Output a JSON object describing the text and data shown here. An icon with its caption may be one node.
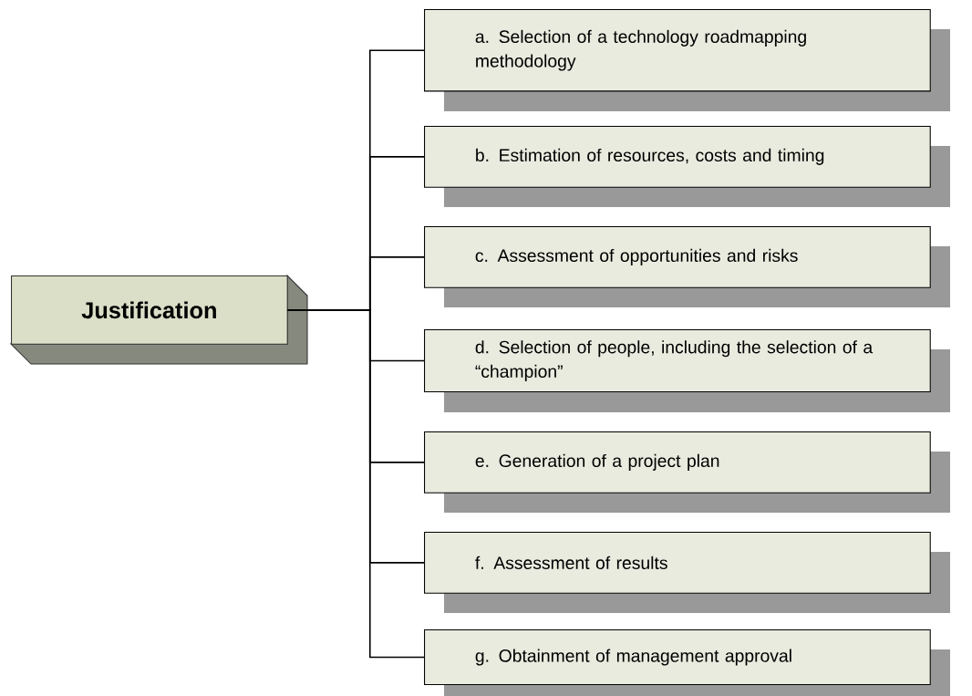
{
  "diagram": {
    "nodes": [
      {
        "text": [
          "Justification"
        ]
      },
      {
        "text": [
          "a. Selection of a technology roadmapping methodology"
        ]
      },
      {
        "text": [
          "b. Estimation of resources, costs and timing"
        ]
      },
      {
        "text": [
          "c. Assessment of opportunities and risks"
        ]
      },
      {
        "text": [
          "d. Selection of people, including the selection of a “champion”"
        ]
      },
      {
        "text": [
          "e. Generation of a project plan"
        ]
      },
      {
        "text": [
          "f. Assessment of results"
        ]
      },
      {
        "text": [
          "g. Obtainment of management approval"
        ]
      }
    ],
    "edges": [
      {
        "from": 0,
        "to": 1,
        "arrow": "none"
      },
      {
        "from": 0,
        "to": 2,
        "arrow": "none"
      },
      {
        "from": 0,
        "to": 3,
        "arrow": "none"
      },
      {
        "from": 0,
        "to": 4,
        "arrow": "none"
      },
      {
        "from": 0,
        "to": 5,
        "arrow": "none"
      },
      {
        "from": 0,
        "to": 6,
        "arrow": "none"
      },
      {
        "from": 0,
        "to": 7,
        "arrow": "none"
      }
    ]
  }
}
